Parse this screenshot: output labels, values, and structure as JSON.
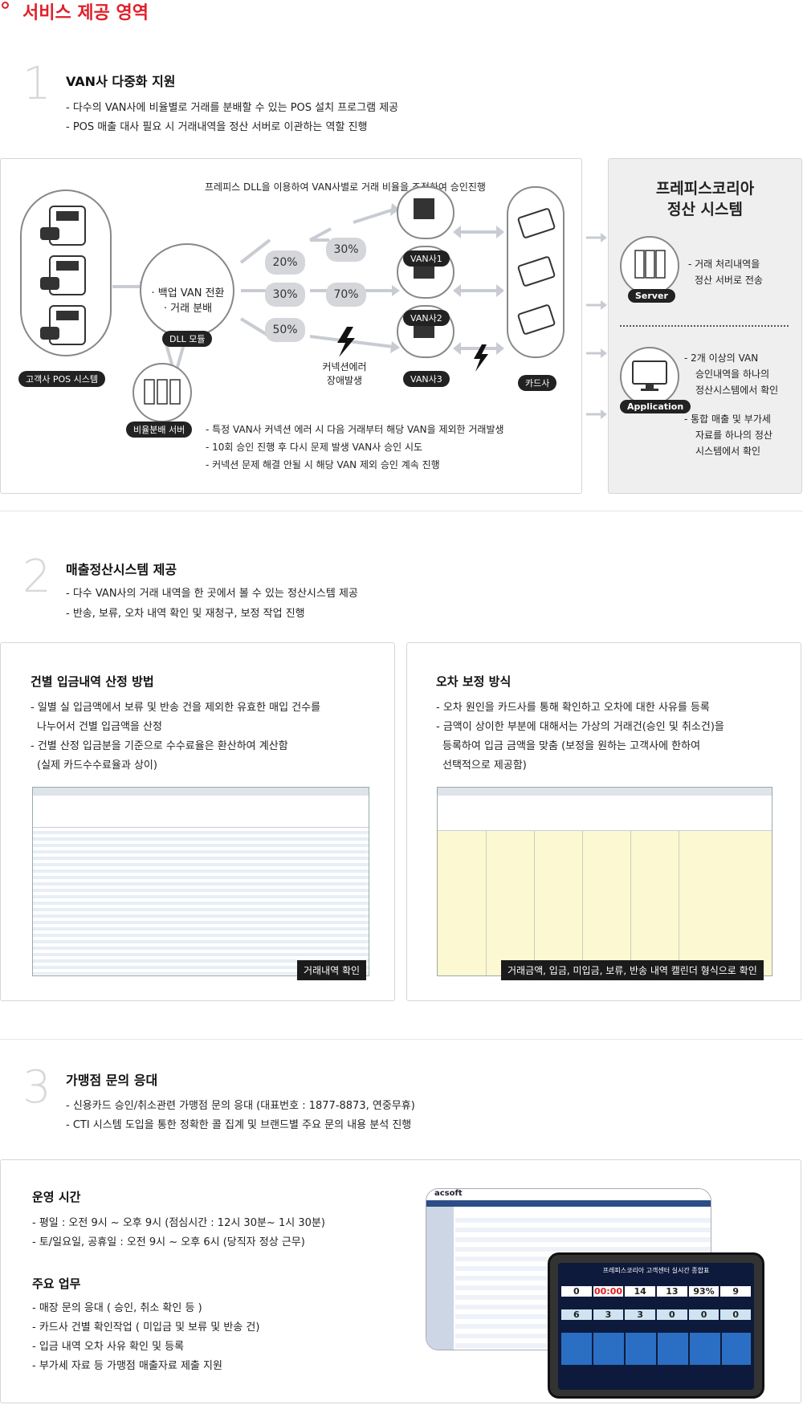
{
  "page": {
    "title": "서비스 제공 영역"
  },
  "sec1": {
    "number": "1",
    "heading": "VAN사 다중화 지원",
    "lines": [
      "- 다수의 VAN사에 비율별로 거래를 분배할 수 있는 POS 설치 프로그램 제공",
      "- POS 매출 대사 필요 시 거래내역을 정산 서버로 이관하는 역할 진행"
    ],
    "diagram": {
      "caption": "프레피스 DLL을 이용하여 VAN사별로 거래 비율을 조정하여 승인진행",
      "pos_label": "고객사 POS 시스템",
      "dll_text": [
        "· 백업 VAN 전환",
        "· 거래 분배"
      ],
      "dll_label": "DLL 모듈",
      "server_label": "비율분배 서버",
      "pcts_left": [
        "20%",
        "30%",
        "50%"
      ],
      "pcts_mid": [
        "30%",
        "70%"
      ],
      "vans": [
        "VAN사1",
        "VAN사2",
        "VAN사3"
      ],
      "card_label": "카드사",
      "error_text": [
        "커넥션에러",
        "장애발생"
      ],
      "notes": [
        "- 특정 VAN사 커넥션 에러 시 다음 거래부터 해당 VAN을 제외한 거래발생",
        "- 10회 승인 진행 후 다시 문제 발생 VAN사 승인 시도",
        "- 커넥션 문제 해결 안될 시 해당 VAN 제외 승인 계속 진행"
      ]
    },
    "side": {
      "title": [
        "프레피스코리아",
        "정산 시스템"
      ],
      "server_label": "Server",
      "server_text": [
        "- 거래 처리내역을",
        "정산 서버로 전송"
      ],
      "app_label": "Application",
      "app_text1": [
        "- 2개 이상의 VAN",
        "승인내역을 하나의",
        "정산시스템에서 확인"
      ],
      "app_text2": [
        "- 통합 매출 및 부가세",
        "자료를 하나의 정산",
        "시스템에서 확인"
      ]
    }
  },
  "sec2": {
    "number": "2",
    "heading": "매출정산시스템 제공",
    "lines": [
      "- 다수 VAN사의 거래 내역을 한 곳에서 볼 수 있는 정산시스템 제공",
      "- 반송, 보류, 오차 내역 확인 및 재청구, 보정 작업 진행"
    ],
    "box1": {
      "title": "건별 입금내역 산정 방법",
      "lines": [
        "- 일별 실 입금액에서 보류 및 반송 건을 제외한 유효한 매입 건수를",
        "나누어서 건별 입금액을 산정",
        "- 건별 산정 입금분을 기준으로 수수료율은 환산하여 계산함",
        "(실제 카드수수료율과 상이)"
      ],
      "caption": "거래내역 확인"
    },
    "box2": {
      "title": "오차 보정 방식",
      "lines": [
        "- 오차 원인을 카드사를 통해 확인하고 오차에 대한 사유를 등록",
        "- 금액이 상이한 부분에 대해서는 가상의 거래건(승인 및 취소건)을",
        "등록하여 입금 금액을 맞춤  (보정을 원하는 고객사에 한하여",
        "선택적으로 제공함)"
      ],
      "caption": "거래금액, 입금, 미입금, 보류, 반송 내역 캘린더 형식으로 확인"
    }
  },
  "sec3": {
    "number": "3",
    "heading": "가맹점 문의 응대",
    "lines": [
      "- 신용카드 승인/취소관련 가맹점 문의 응대 (대표번호 : 1877-8873, 연중무휴)",
      "- CTI 시스템 도입을 통한 정확한 콜 집계 및 브랜드별 주요 문의 내용 분석 진행"
    ],
    "box": {
      "hours_title": "운영 시간",
      "hours": [
        "- 평일 : 오전 9시 ~ 오후 9시 (점심시간 : 12시 30분~ 1시 30분)",
        "- 토/일요일, 공휴일 : 오전 9시 ~ 오후 6시 (당직자 정상 근무)"
      ],
      "duty_title": "주요 업무",
      "duty": [
        "- 매장 문의 응대 ( 승인, 취소 확인 등 )",
        "- 카드사 건별 확인작업 ( 미입금 및  보류 및 반송 건)",
        "- 입금 내역 오차 사유 확인 및 등록",
        "- 부가세 자료 등 가맹점 매출자료 제출 지원"
      ]
    },
    "screen": {
      "logo": "acsoft",
      "monitor_title": "프레피스코리아 고객센터 실시간 종합표",
      "counters": [
        "0",
        "00:00",
        "14",
        "13",
        "93%",
        "9"
      ],
      "counters2": [
        "6",
        "3",
        "3",
        "0",
        "0",
        "0"
      ]
    }
  },
  "colors": {
    "accent": "#e0202a",
    "pill": "#222222",
    "arrow": "#c8ccd2"
  }
}
